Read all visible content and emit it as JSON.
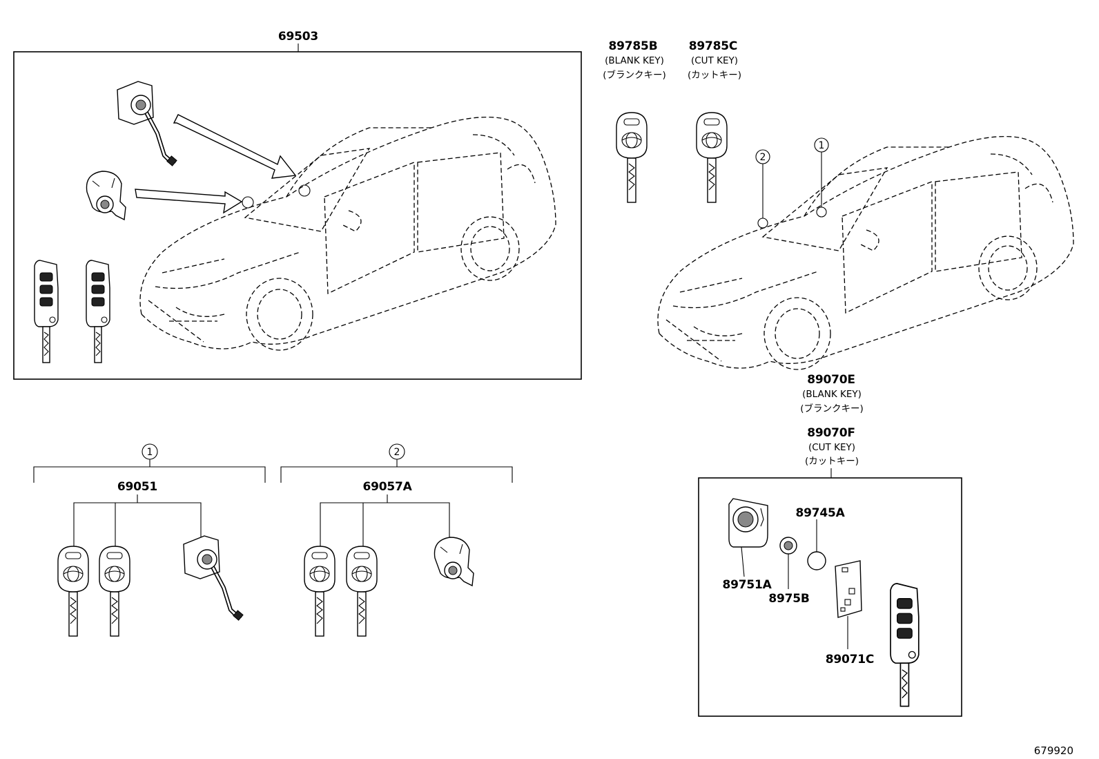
{
  "diagram": {
    "main_assembly": {
      "part_no": "69503"
    },
    "keys_top": {
      "blank": {
        "part_no": "89785B",
        "en": "(BLANK KEY)",
        "jp": "(ブランクキー)"
      },
      "cut": {
        "part_no": "89785C",
        "en": "(CUT KEY)",
        "jp": "(カットキー)"
      }
    },
    "car_markers": {
      "m1": "1",
      "m2": "2"
    },
    "remote_key": {
      "blank": {
        "part_no": "89070E",
        "en": "(BLANK KEY)",
        "jp": "(ブランクキー)"
      },
      "cut": {
        "part_no": "89070F",
        "en": "(CUT KEY)",
        "jp": "(カットキー)"
      },
      "components": {
        "cover": "89751A",
        "battery": "89745A",
        "button": "8975B",
        "transmitter": "89071C"
      }
    },
    "group1": {
      "marker": "1",
      "part_no": "69051"
    },
    "group2": {
      "marker": "2",
      "part_no": "69057A"
    },
    "illustration_id": "679920"
  }
}
